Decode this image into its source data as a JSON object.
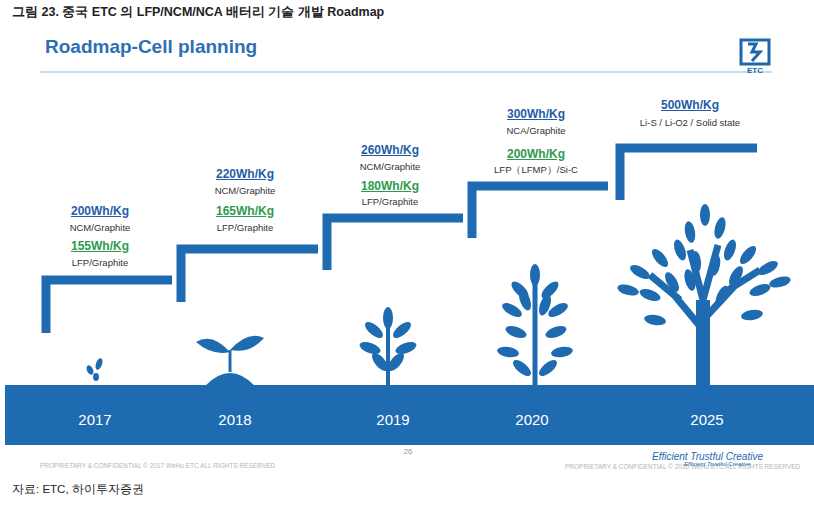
{
  "diagram": {
    "title": "그림 23. 중국 ETC 의 LFP/NCM/NCA 배터리 기술 개발 Roadmap",
    "caption": "자료: ETC, 하이투자증권",
    "nodes": [
      {
        "text": [
          "2017",
          "2018",
          "2019",
          "2020",
          "2025"
        ]
      }
    ],
    "labels": [
      "Roadmap-Cell planning",
      "ETC",
      "200Wh/Kg",
      "NCM/Graphite",
      "155Wh/Kg",
      "LFP/Graphite",
      "220Wh/Kg",
      "NCM/Graphite",
      "165Wh/Kg",
      "LFP/Graphite",
      "260Wh/Kg",
      "NCM/Graphite",
      "180Wh/Kg",
      "LFP/Graphite",
      "300Wh/Kg",
      "NCA/Graphite",
      "200Wh/Kg",
      "LFP（LFMP）/Si-C",
      "500Wh/Kg",
      "Li-S / Li-O2 / Solid state",
      "26",
      "PROPRIETARY & CONFIDENTIAL © 2017 WeHu ETC ALL RIGHTS RESERVED",
      "Efficient Trustful Creative",
      "PROPRIETARY & CONFIDENTIAL © 2016 WeHu ETC ALL RIGHTS RESERVED",
      "Efficient Trustful Creative"
    ]
  }
}
